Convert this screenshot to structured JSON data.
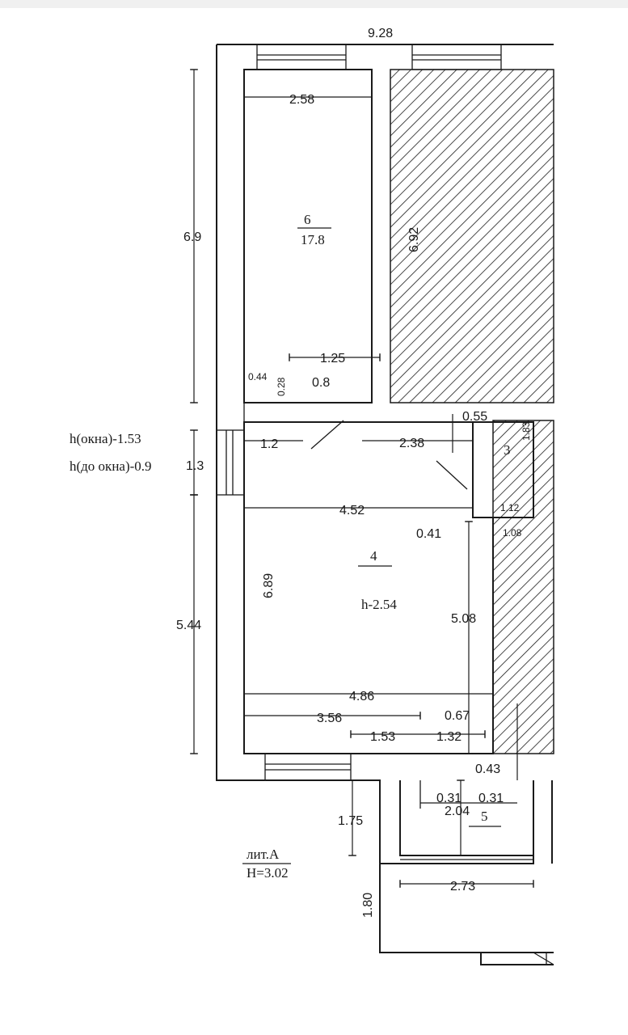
{
  "dimensions": {
    "overall_width": "9.28",
    "room6_width": "2.58",
    "room6_length": "6.9",
    "hatched_length": "6.92",
    "door_opening": "1.25",
    "door_leaf": "0.8",
    "small_a": "0.44",
    "small_b": "0.28",
    "room4_door_left": "1.2",
    "room4_door_right": "2.38",
    "room3_offset": "0.55",
    "room3_height": "1.83",
    "room3_width": "1.12",
    "room3_depth": "1.08",
    "window_height": "1.3",
    "room4_width_top": "4.52",
    "room4_step": "0.41",
    "room4_length": "6.89",
    "room4_side": "5.08",
    "room4_width_bottom": "4.86",
    "outer_left_lower": "5.44",
    "bottom_seg1": "3.56",
    "bottom_seg2": "1.53",
    "bottom_seg3": "1.32",
    "bottom_seg4": "0.67",
    "bottom_seg5": "0.43",
    "bottom_seg6": "0.31",
    "bottom_seg7": "0.31",
    "room5_depth": "2.04",
    "room5_width": "2.73",
    "porch_depth": "1.75",
    "stair_depth": "1.80"
  },
  "rooms": {
    "room6_num": "6",
    "room6_area": "17.8",
    "room4_num": "4",
    "room4_height": "h-2.54",
    "room3_num": "3",
    "room5_num": "5"
  },
  "notes": {
    "window_h": "h(окна)-1.53",
    "window_sill": "h(до окна)-0.9",
    "building_letter": "лит.А",
    "building_height": "H=3.02"
  }
}
